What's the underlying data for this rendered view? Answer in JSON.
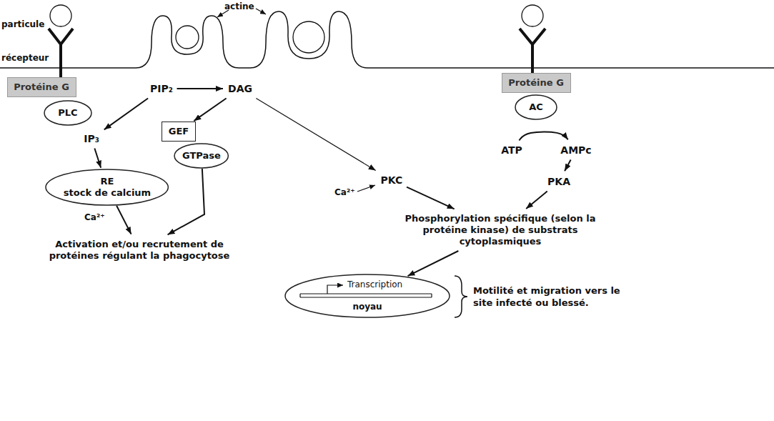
{
  "diagram": {
    "nodes": [
      {
        "text": [
          "Protéine G"
        ]
      },
      {
        "text": [
          "PLC"
        ]
      },
      {
        "text": [
          "PIP₂"
        ]
      },
      {
        "text": [
          "DAG"
        ]
      },
      {
        "text": [
          "IP₃"
        ]
      },
      {
        "text": [
          "GEF"
        ]
      },
      {
        "text": [
          "GTPase"
        ]
      },
      {
        "text": [
          "RE",
          "stock de calcium"
        ]
      },
      {
        "text": [
          "Activation et/ou recrutement de protéines régulant la phagocytose"
        ]
      },
      {
        "text": [
          "Protéine G"
        ]
      },
      {
        "text": [
          "AC"
        ]
      },
      {
        "text": [
          "ATP"
        ]
      },
      {
        "text": [
          "AMPc"
        ]
      },
      {
        "text": [
          "PKC"
        ]
      },
      {
        "text": [
          "PKA"
        ]
      },
      {
        "text": [
          "Phosphorylation spécifique (selon la protéine kinase) de substrats cytoplasmiques"
        ]
      },
      {
        "text": [
          "Transcription",
          "noyau"
        ]
      }
    ],
    "edges": [
      {
        "from": 2,
        "to": 3,
        "arrow": "to"
      },
      {
        "from": 2,
        "to": 4,
        "arrow": "to"
      },
      {
        "from": 4,
        "to": 7,
        "arrow": "to"
      },
      {
        "from": 3,
        "to": 5,
        "arrow": "to"
      },
      {
        "from": 3,
        "to": 13,
        "arrow": "to"
      },
      {
        "from": 7,
        "to": 8,
        "arrow": "to"
      },
      {
        "from": 6,
        "to": 8,
        "arrow": "to"
      },
      {
        "from": 11,
        "to": 12,
        "arrow": "to"
      },
      {
        "from": 12,
        "to": 14,
        "arrow": "to"
      },
      {
        "from": 13,
        "to": 15,
        "arrow": "to"
      },
      {
        "from": 14,
        "to": 15,
        "arrow": "to"
      },
      {
        "from": 15,
        "to": 16,
        "arrow": "to"
      }
    ],
    "labels": [
      "particule",
      "récepteur",
      "actine",
      "Ca²⁺",
      "Ca²⁺",
      "Motilité et migration vers le site infecté ou blessé."
    ]
  }
}
